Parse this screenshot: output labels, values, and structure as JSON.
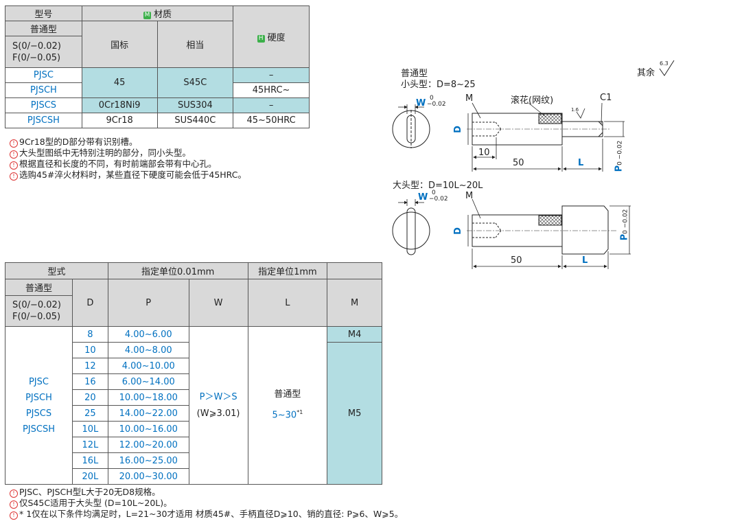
{
  "table1": {
    "col_model": "型号",
    "col_material": "材质",
    "material_badge": "M",
    "col_standard_type": "普通型",
    "tolerance_s": "S(0/−0.02)",
    "tolerance_f": "F(0/−0.05)",
    "col_gb": "国标",
    "col_equiv": "相当",
    "col_hardness": "硬度",
    "hardness_badge": "H",
    "rows": [
      {
        "model": "PJSC",
        "gb": "45",
        "equiv": "S45C",
        "hardness": "–"
      },
      {
        "model": "PJSCH",
        "gb": "",
        "equiv": "",
        "hardness": "45HRC~"
      },
      {
        "model": "PJSCS",
        "gb": "0Cr18Ni9",
        "equiv": "SUS304",
        "hardness": "–"
      },
      {
        "model": "PJSCSH",
        "gb": "9Cr18",
        "equiv": "SUS440C",
        "hardness": "45~50HRC"
      }
    ]
  },
  "notes1": [
    "9Cr18型的D部分带有识别槽。",
    "大头型图纸中无特别注明的部分，同小头型。",
    "根据直径和长度的不同，有时前端部会带有中心孔。",
    "选购45#淬火材料时，某些直径下硬度可能会低于45HRC。"
  ],
  "table2": {
    "col_type": "型式",
    "col_unit001": "指定单位0.01mm",
    "col_unit1": "指定单位1mm",
    "col_standard_type": "普通型",
    "tolerance_s": "S(0/−0.02)",
    "tolerance_f": "F(0/−0.05)",
    "col_d": "D",
    "col_p": "P",
    "col_w": "W",
    "col_l": "L",
    "col_m": "M",
    "models": [
      "PJSC",
      "PJSCH",
      "PJSCS",
      "PJSCSH"
    ],
    "w_condition": "P＞W＞S",
    "w_min": "(W⩾3.01)",
    "l_type": "普通型",
    "l_range": "5~30",
    "l_note_mark": "*1",
    "m_small": "M4",
    "m_large": "M5",
    "rows": [
      {
        "d": "8",
        "p": "4.00~6.00"
      },
      {
        "d": "10",
        "p": "4.00~8.00"
      },
      {
        "d": "12",
        "p": "4.00~10.00"
      },
      {
        "d": "16",
        "p": "6.00~14.00"
      },
      {
        "d": "20",
        "p": "10.00~18.00"
      },
      {
        "d": "25",
        "p": "14.00~22.00"
      },
      {
        "d": "10L",
        "p": "10.00~16.00"
      },
      {
        "d": "12L",
        "p": "12.00~20.00"
      },
      {
        "d": "16L",
        "p": "16.00~25.00"
      },
      {
        "d": "20L",
        "p": "20.00~30.00"
      }
    ]
  },
  "notes2": [
    "PJSC、PJSCH型L大于20无D8规格。",
    "仅S45C适用于大头型 (D=10L~20L)。",
    "* 1仅在以下条件均满足时，L=21~30才适用 材质45#、手柄直径D⩾10、销的直径: P⩾6、W⩾5。"
  ],
  "drawing": {
    "title_type": "普通型",
    "small_head": "小头型：D=8~25",
    "large_head": "大头型：D=10L~20L",
    "rest": "其余",
    "roughness": "6.3",
    "roughness_small": "1.6",
    "w_label": "W",
    "w_tol_upper": "0",
    "w_tol_lower": "−0.02",
    "m_label": "M",
    "knurl_label": "滚花(网纹)",
    "c1_label": "C1",
    "d_label": "D",
    "p_label": "P",
    "p_tol_upper": "0",
    "p_tol_lower": "−0.02",
    "l_label": "L",
    "dim_10": "10",
    "dim_50": "50"
  }
}
